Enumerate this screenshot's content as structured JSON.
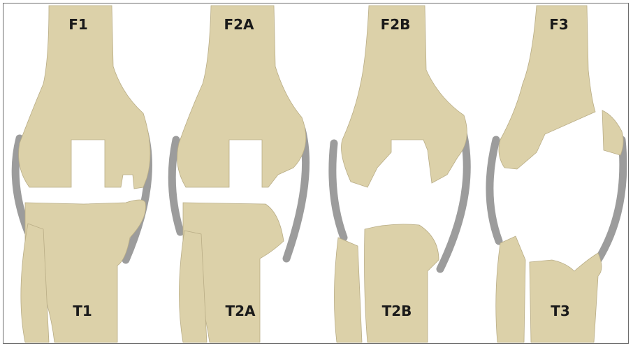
{
  "panels": [
    {
      "femur_label": "F1",
      "tibia_label": "T1"
    },
    {
      "femur_label": "F2A",
      "tibia_label": "T2A"
    },
    {
      "femur_label": "F2B",
      "tibia_label": "T2B"
    },
    {
      "femur_label": "F3",
      "tibia_label": "T3"
    }
  ],
  "colors": {
    "bone": "#dcd1a9",
    "meniscus": "#9c9c9c",
    "frame_border": "#6d6d6d"
  }
}
